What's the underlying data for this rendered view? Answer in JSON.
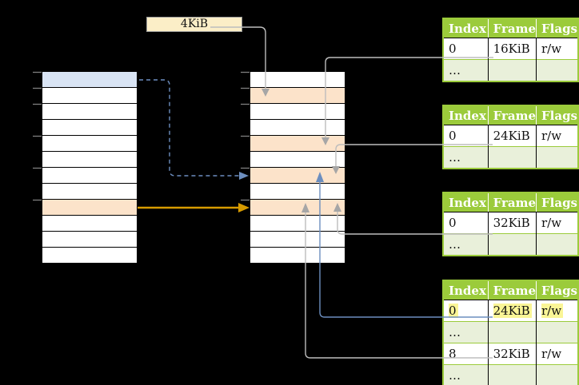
{
  "page_size_label": "4KiB",
  "tables": [
    {
      "headers": [
        "Index",
        "Frame",
        "Flags"
      ],
      "rows": [
        [
          "0",
          "16KiB",
          "r/w"
        ],
        [
          "…",
          "",
          ""
        ]
      ]
    },
    {
      "headers": [
        "Index",
        "Frame",
        "Flags"
      ],
      "rows": [
        [
          "0",
          "24KiB",
          "r/w"
        ],
        [
          "…",
          "",
          ""
        ]
      ]
    },
    {
      "headers": [
        "Index",
        "Frame",
        "Flags"
      ],
      "rows": [
        [
          "0",
          "32KiB",
          "r/w"
        ],
        [
          "…",
          "",
          ""
        ]
      ]
    },
    {
      "headers": [
        "Index",
        "Frame",
        "Flags"
      ],
      "highlighted_row": 0,
      "rows": [
        [
          "0",
          "24KiB",
          "r/w"
        ],
        [
          "…",
          "",
          ""
        ],
        [
          "8",
          "32KiB",
          "r/w"
        ],
        [
          "…",
          "",
          ""
        ]
      ]
    }
  ],
  "left_column": {
    "rows": 12,
    "blue_row": 0,
    "orange_row": 8
  },
  "middle_column": {
    "rows": 12,
    "orange_rows": [
      1,
      4,
      6,
      8
    ]
  },
  "colors": {
    "table-green": "#9BCB3B",
    "table-light-green": "#E9F0DA",
    "cell-orange": "#FCE3CA",
    "cell-blue": "#D9E4F4",
    "label-cream": "#FBEEC7",
    "highlight-yellow": "#FAF596",
    "line-grey": "#BDBDBD",
    "tick-grey": "#7F7F7F",
    "arrow-blue": "#6C8EBF",
    "arrow-orange": "#D79B00"
  }
}
